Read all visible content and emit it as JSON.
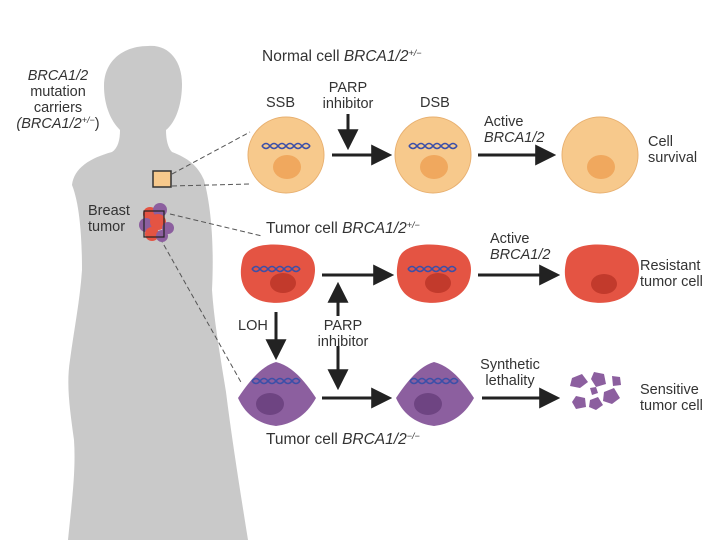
{
  "colors": {
    "silhouette": "#c9c9c9",
    "normal_cell": "#f7c98c",
    "normal_nucleus": "#f0a85e",
    "tumor_cell": "#e45443",
    "tumor_nucleus": "#c23a2c",
    "sensitive_cell": "#8c5f9f",
    "sensitive_nucleus": "#6e4482",
    "dna": "#3c4fa8",
    "arrow": "#222222"
  },
  "carriers": {
    "gene": "BRCA1/2",
    "line2": "mutation",
    "line3": "carriers",
    "paren_gene": "(BRCA1/2",
    "sup": "+/−",
    "close": ")"
  },
  "breast_tumor": {
    "line1": "Breast",
    "line2": "tumor"
  },
  "rows": {
    "normal": {
      "title_prefix": "Normal cell ",
      "title_gene": "BRCA1/2",
      "title_sup": "+/−",
      "ssb": "SSB",
      "parp_line1": "PARP",
      "parp_line2": "inhibitor",
      "dsb": "DSB",
      "active_line1": "Active",
      "active_line2": "BRCA1/2",
      "outcome_line1": "Cell",
      "outcome_line2": "survival"
    },
    "tumor": {
      "title_prefix": "Tumor cell ",
      "title_gene": "BRCA1/2",
      "title_sup": "+/−",
      "active_line1": "Active",
      "active_line2": "BRCA1/2",
      "outcome_line1": "Resistant",
      "outcome_line2": "tumor cell"
    },
    "middle": {
      "loh": "LOH",
      "parp_line1": "PARP",
      "parp_line2": "inhibitor"
    },
    "sensitive": {
      "title_prefix": "Tumor cell ",
      "title_gene": "BRCA1/2",
      "title_sup": "−/−",
      "lethal_line1": "Synthetic",
      "lethal_line2": "lethality",
      "outcome_line1": "Sensitive",
      "outcome_line2": "tumor cell"
    }
  }
}
